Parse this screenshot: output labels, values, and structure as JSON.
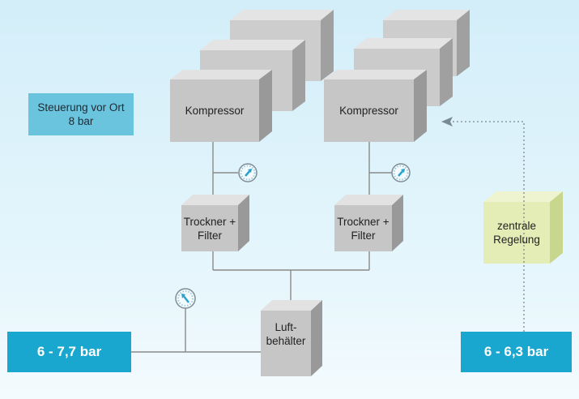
{
  "local_control": {
    "label": "Steuerung vor Ort\n8 bar"
  },
  "compressors": [
    {
      "label": "Kompressor"
    },
    {
      "label": "Kompressor"
    }
  ],
  "dryers": [
    {
      "label": "Trockner +\nFilter"
    },
    {
      "label": "Trockner +\nFilter"
    }
  ],
  "air_receiver": {
    "label": "Luft-\nbehälter"
  },
  "central_control": {
    "label": "zentrale\nRegelung"
  },
  "pressure_left": {
    "label": "6 - 7,7 bar"
  },
  "pressure_right": {
    "label": "6 - 6,3 bar"
  },
  "colors": {
    "box_front": "#c8c8c8",
    "box_side": "#9a9a9a",
    "box_top": "#e2e2e2",
    "accent_blue": "#1aa7cf",
    "label_blue": "#6ac4de",
    "control_green": "#e3edb5"
  }
}
